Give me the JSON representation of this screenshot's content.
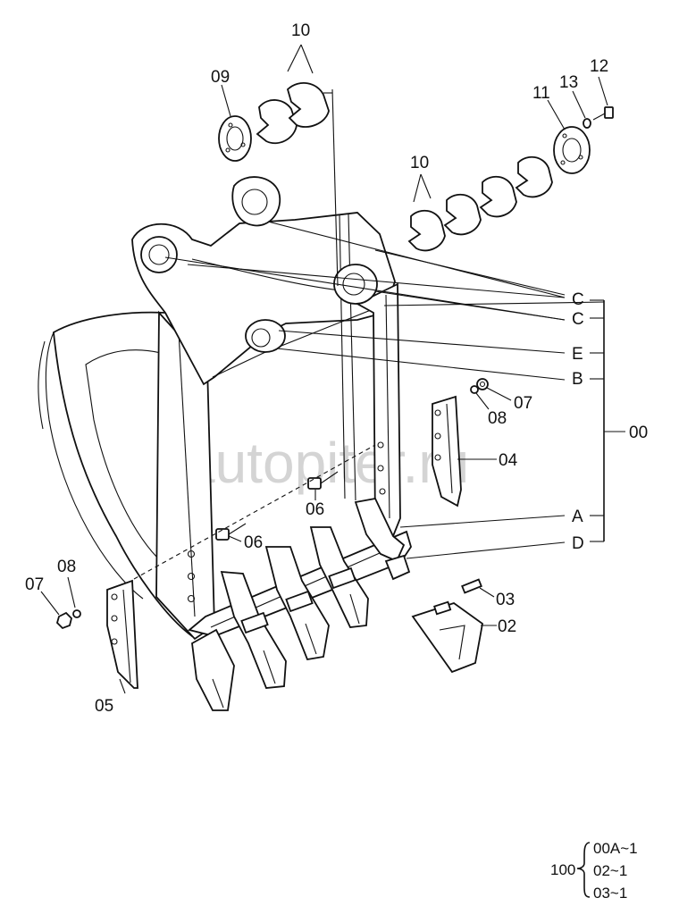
{
  "watermark": "autopiter.ru",
  "callouts": {
    "c09": "09",
    "c10a": "10",
    "c10b": "10",
    "c11": "11",
    "c12": "12",
    "c13": "13",
    "cC1": "C",
    "cC2": "C",
    "cE": "E",
    "cB": "B",
    "c00": "00",
    "c07r": "07",
    "c08r": "08",
    "c04": "04",
    "c06a": "06",
    "c06b": "06",
    "cA": "A",
    "cD": "D",
    "c03": "03",
    "c02": "02",
    "c07l": "07",
    "c08l": "08",
    "c05": "05"
  },
  "legend": {
    "main": "100",
    "rows": [
      "00A~1",
      "02~1",
      "03~1"
    ]
  },
  "colors": {
    "ink": "#111111",
    "watermark": "#d4d4d4",
    "background": "#ffffff"
  }
}
